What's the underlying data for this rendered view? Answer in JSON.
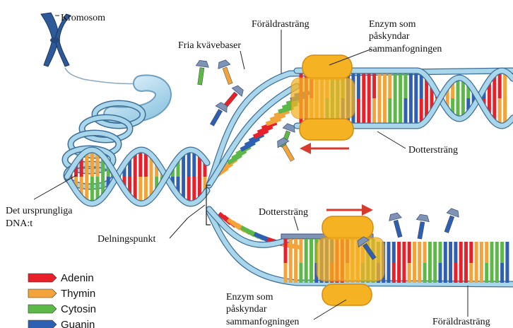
{
  "labels": {
    "kromosom": "Kromosom",
    "fria_kvavebaser": "Fria kvävebaser",
    "foraldrastrang_top": "Föräldrasträng",
    "enzym_top_1": "Enzym som",
    "enzym_top_2": "påskyndar",
    "enzym_top_3": "sammanfogningen",
    "dotterstrang_top": "Dottersträng",
    "original_dna_1": "Det ursprungliga",
    "original_dna_2": "DNA:t",
    "delningspunkt": "Delningspunkt",
    "dotterstrang_bottom": "Dottersträng",
    "enzym_bottom_1": "Enzym som",
    "enzym_bottom_2": "påskyndar",
    "enzym_bottom_3": "sammanfogningen",
    "foraldrastrang_bottom": "Föräldrasträng"
  },
  "legend": [
    {
      "label": "Adenin",
      "color": "#e8202a"
    },
    {
      "label": "Thymin",
      "color": "#f2a33a"
    },
    {
      "label": "Cytosin",
      "color": "#5cb847"
    },
    {
      "label": "Guanin",
      "color": "#2f5fb0"
    }
  ],
  "colors": {
    "backbone": "#a9d6ea",
    "backbone_edge": "#3d6f96",
    "enzyme": "#f5b323",
    "enzyme_edge": "#d48a10",
    "arrow": "#d83a2e",
    "chromosome": "#2f5a9a"
  }
}
